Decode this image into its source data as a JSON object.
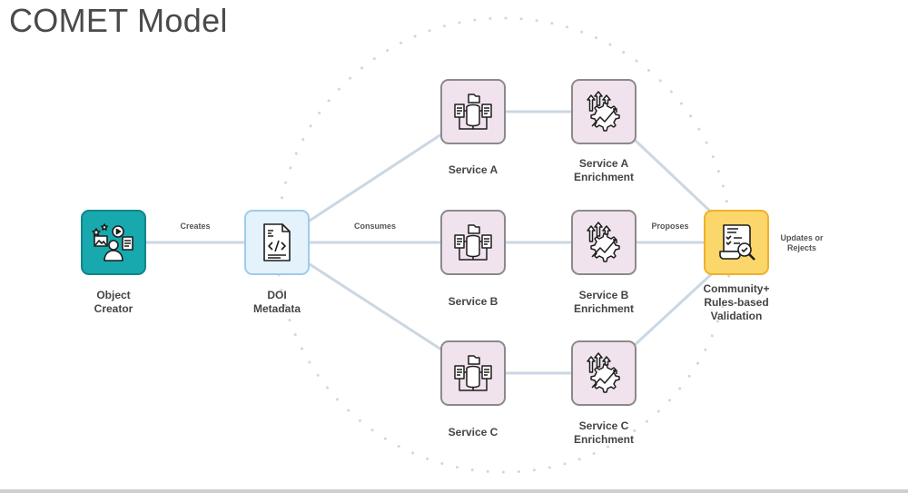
{
  "title": "COMET Model",
  "nodes": {
    "object_creator": "Object\nCreator",
    "doi_metadata": "DOI\nMetadata",
    "service_a": "Service A",
    "service_b": "Service B",
    "service_c": "Service C",
    "enrichment_a": "Service A\nEnrichment",
    "enrichment_b": "Service B\nEnrichment",
    "enrichment_c": "Service C\nEnrichment",
    "validation": "Community+\nRules-based\nValidation"
  },
  "edges": {
    "creates": "Creates",
    "consumes": "Consumes",
    "proposes": "Proposes",
    "updates_or_rejects": "Updates or\nRejects"
  },
  "icons": {
    "object_creator": "creator-media-icon",
    "doi_metadata": "code-document-icon",
    "service": "database-documents-icon",
    "enrichment": "gear-growth-icon",
    "validation": "checklist-magnifier-icon"
  },
  "colors": {
    "creator_fill": "#17a9ad",
    "doi_fill": "#e4f2fb",
    "service_fill": "#f1e3ee",
    "validation_fill": "#fbd66a",
    "connector": "#cbd7e2"
  }
}
